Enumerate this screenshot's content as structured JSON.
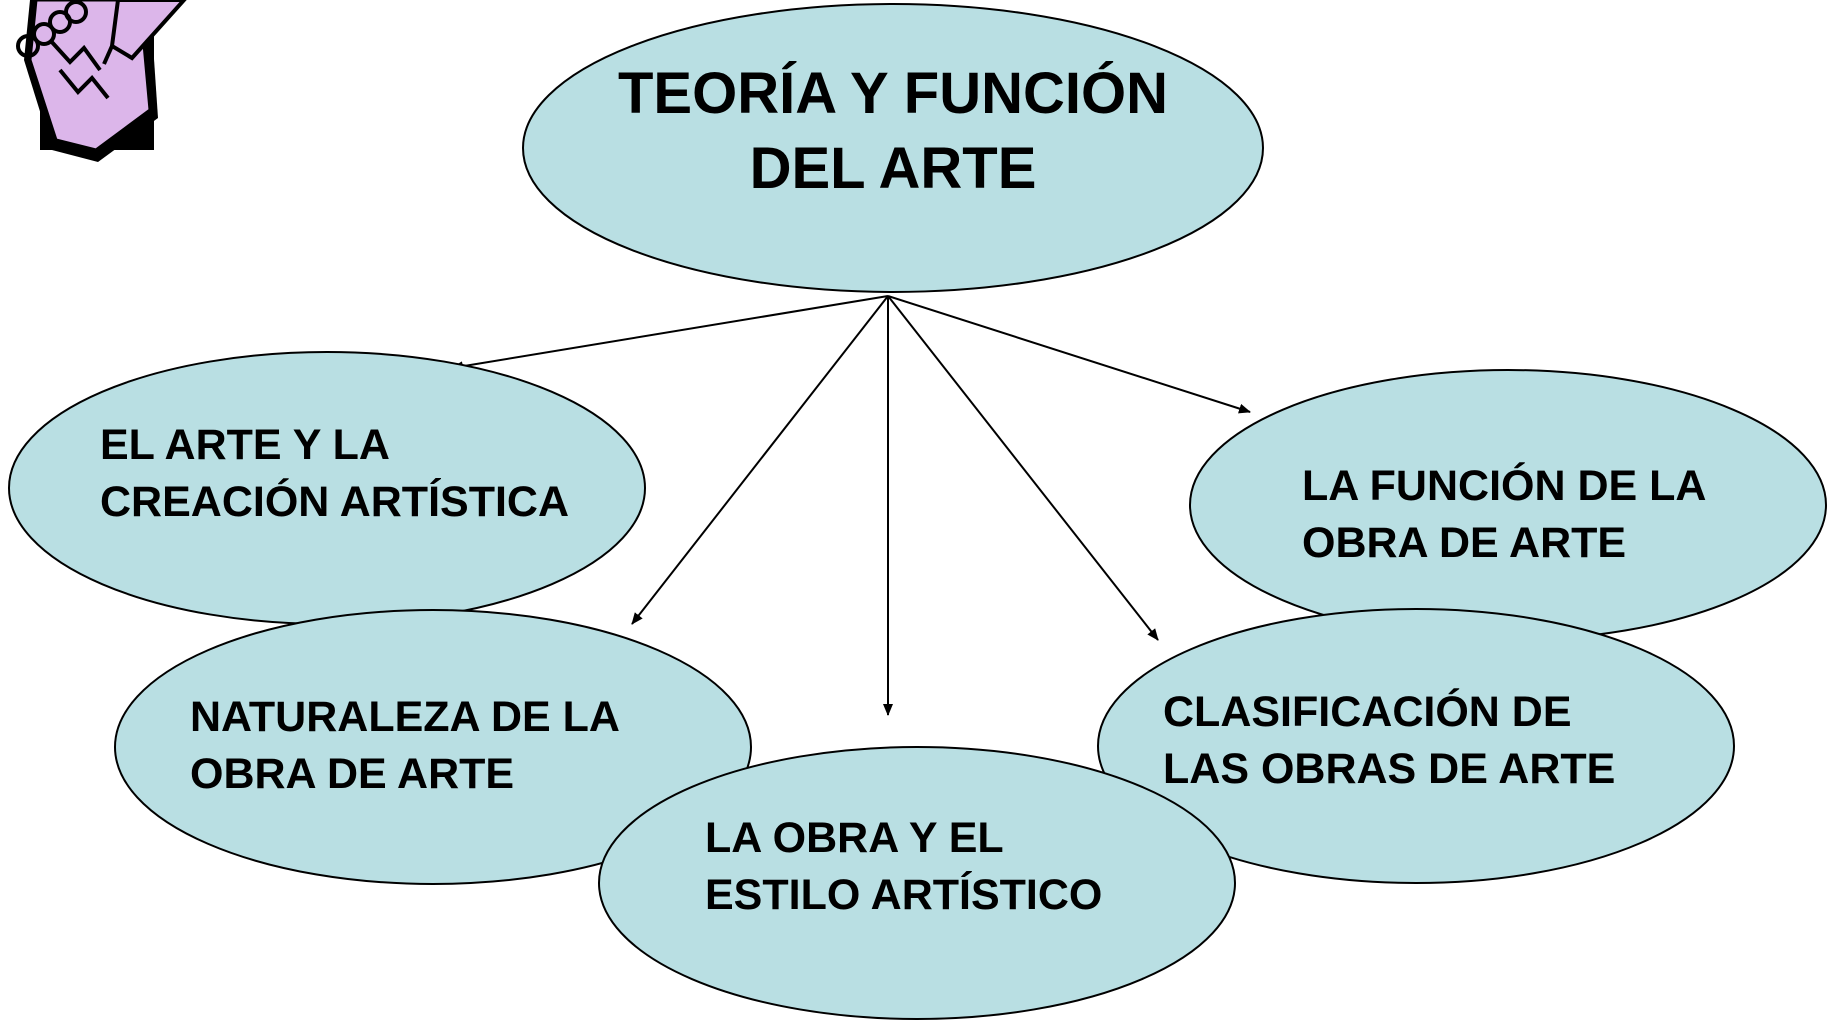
{
  "colors": {
    "ellipse_fill": "#b9dfe3",
    "stroke": "#000000",
    "clipart_purple": "#dcb6ea",
    "background": "#ffffff"
  },
  "clipart": {
    "icon": "notepad-pencil-icon"
  },
  "diagram": {
    "central": {
      "lines": [
        "TEORÍA Y FUNCIÓN",
        "DEL ARTE"
      ]
    },
    "nodes": [
      {
        "id": "arte-creacion",
        "lines": [
          "EL ARTE Y LA",
          "CREACIÓN ARTÍSTICA"
        ]
      },
      {
        "id": "naturaleza",
        "lines": [
          "NATURALEZA DE LA",
          "OBRA DE ARTE"
        ]
      },
      {
        "id": "obra-estilo",
        "lines": [
          "LA OBRA Y EL",
          "ESTILO ARTÍSTICO"
        ]
      },
      {
        "id": "clasificacion",
        "lines": [
          "CLASIFICACIÓN DE",
          "LAS OBRAS DE ARTE"
        ]
      },
      {
        "id": "funcion",
        "lines": [
          "LA FUNCIÓN DE LA",
          "OBRA DE ARTE"
        ]
      }
    ],
    "edges": [
      {
        "from": "central",
        "to": "arte-creacion"
      },
      {
        "from": "central",
        "to": "naturaleza"
      },
      {
        "from": "central",
        "to": "obra-estilo"
      },
      {
        "from": "central",
        "to": "clasificacion"
      },
      {
        "from": "central",
        "to": "funcion"
      }
    ]
  }
}
